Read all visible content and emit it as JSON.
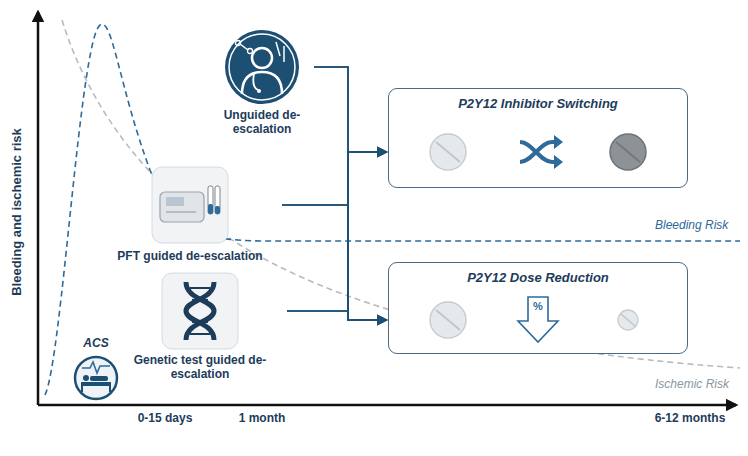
{
  "diagram": {
    "nodes": [
      {
        "text": [
          "ACS"
        ]
      },
      {
        "text": [
          "Unguided de-escalation"
        ]
      },
      {
        "text": [
          "PFT guided de-escalation"
        ]
      },
      {
        "text": [
          "Genetic test guided de-escalation"
        ]
      },
      {
        "text": [
          "P2Y12 Inhibitor Switching"
        ]
      },
      {
        "text": [
          "P2Y12 Dose Reduction"
        ]
      }
    ],
    "edges": [
      {
        "from": 1,
        "to": 4,
        "arrow": "to"
      },
      {
        "from": 1,
        "to": 5,
        "arrow": "to"
      },
      {
        "from": 2,
        "to": 4,
        "arrow": "to"
      },
      {
        "from": 2,
        "to": 5,
        "arrow": "to"
      },
      {
        "from": 3,
        "to": 4,
        "arrow": "to"
      },
      {
        "from": 3,
        "to": 5,
        "arrow": "to"
      }
    ],
    "labels": [
      "Bleeding and ischemic risk",
      "0-15 days",
      "1 month",
      "6-12 months",
      "Bleeding Risk",
      "Ischemic Risk",
      "%"
    ]
  }
}
